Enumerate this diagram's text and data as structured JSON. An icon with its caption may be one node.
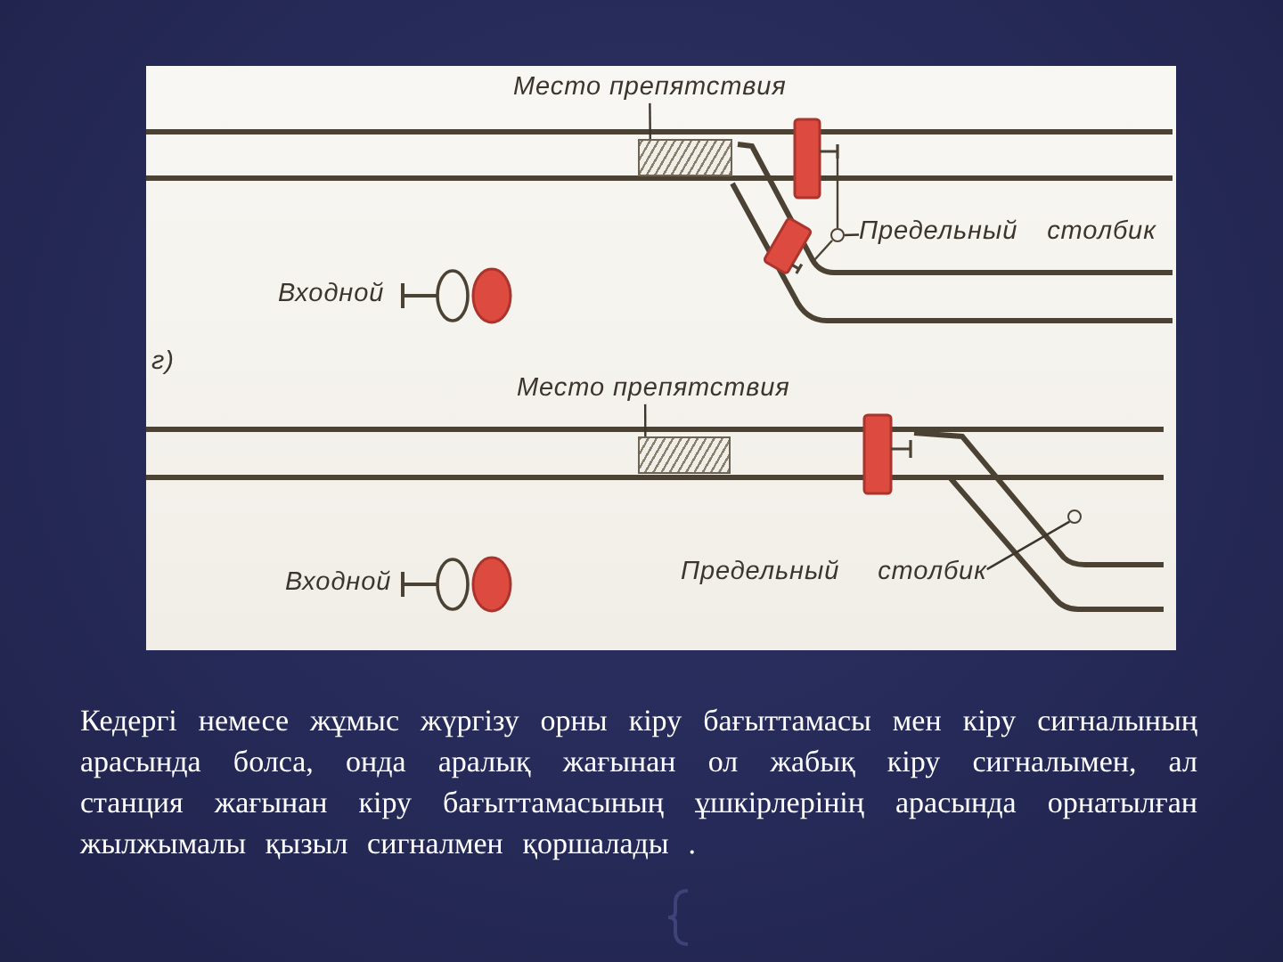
{
  "diagram": {
    "caption": "Кедергі немесе жұмыс жүргізу орны кіру бағыттамасы мен кіру сигналының арасында болса, онда аралық жағынан ол жабық кіру сигналымен, ал станция жағынан кіру бағыттамасының ұшкірлерінің арасында орнатылған жылжымалы қызыл сигналмен қоршалады .",
    "nodes": [
      {
        "text": [
          "Место препятствия"
        ]
      },
      {
        "text": [],
        "shape": "box"
      },
      {
        "text": [
          "Предельный столбик"
        ]
      },
      {
        "text": [],
        "shape": "circle"
      },
      {
        "text": [
          "Место препятствия"
        ]
      },
      {
        "text": [],
        "shape": "box"
      },
      {
        "text": [
          "Предельный столбик"
        ]
      },
      {
        "text": [],
        "shape": "circle"
      }
    ],
    "edges": [
      {
        "from": 0,
        "to": 1,
        "arrow": "none"
      },
      {
        "from": 2,
        "to": 3,
        "arrow": "none"
      },
      {
        "from": 4,
        "to": 5,
        "arrow": "none"
      },
      {
        "from": 6,
        "to": 7,
        "arrow": "none"
      }
    ],
    "labels": [
      "Входной",
      "г)",
      "Входной"
    ]
  }
}
